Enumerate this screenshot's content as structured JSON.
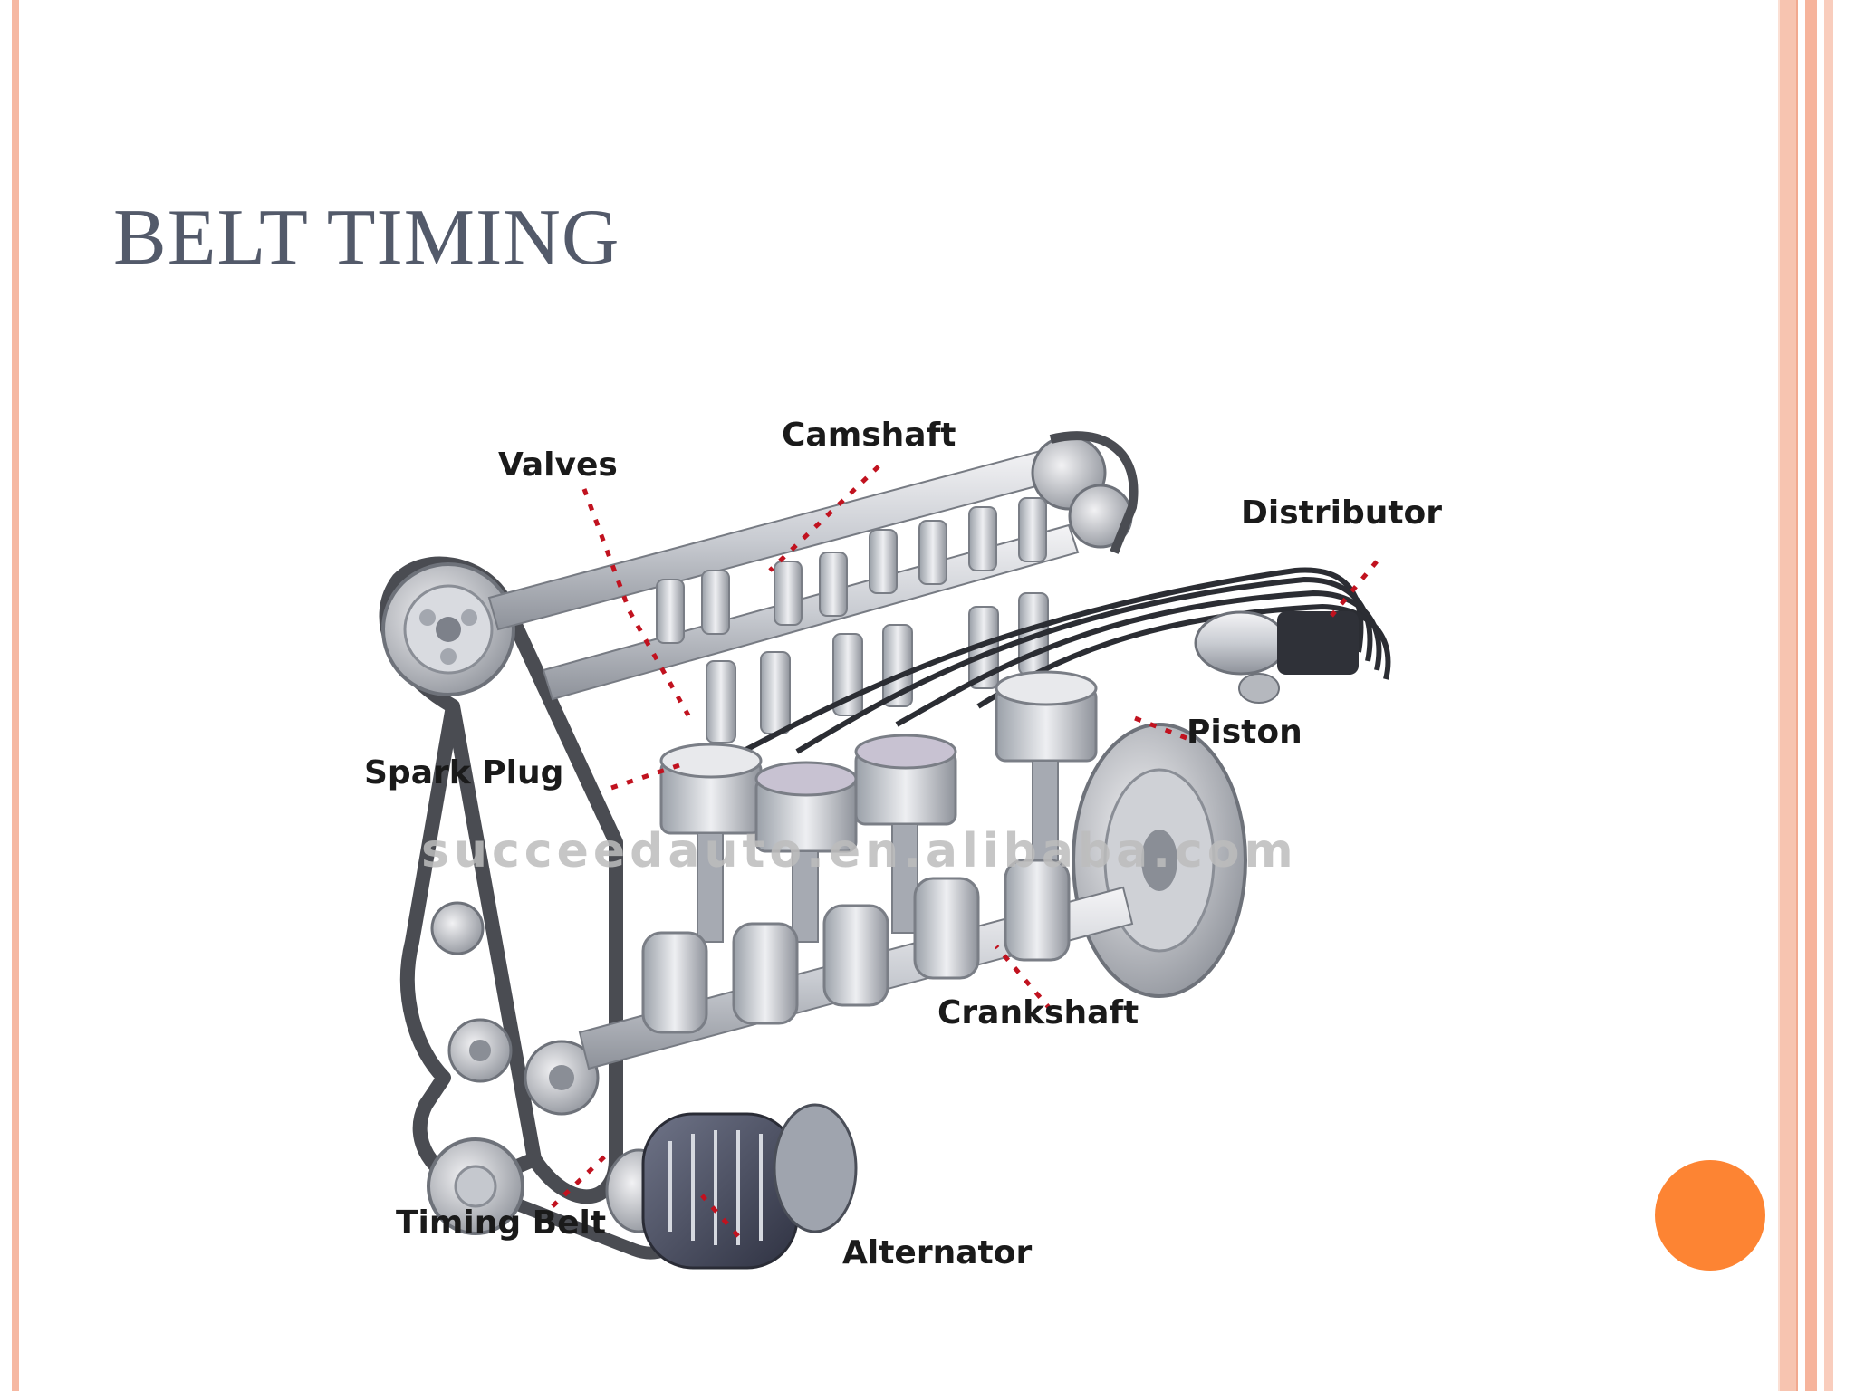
{
  "title": "BELT TIMING",
  "diagram": {
    "labels": {
      "valves": "Valves",
      "camshaft": "Camshaft",
      "distributor": "Distributor",
      "piston": "Piston",
      "spark_plug": "Spark Plug",
      "crankshaft": "Crankshaft",
      "timing_belt": "Timing Belt",
      "alternator": "Alternator"
    },
    "watermark": "succeedauto.en.alibaba.com"
  },
  "colors": {
    "accent": "#fd8433",
    "border": "#f6b8a2",
    "title": "#535a6a",
    "leader": "#c1121f"
  }
}
